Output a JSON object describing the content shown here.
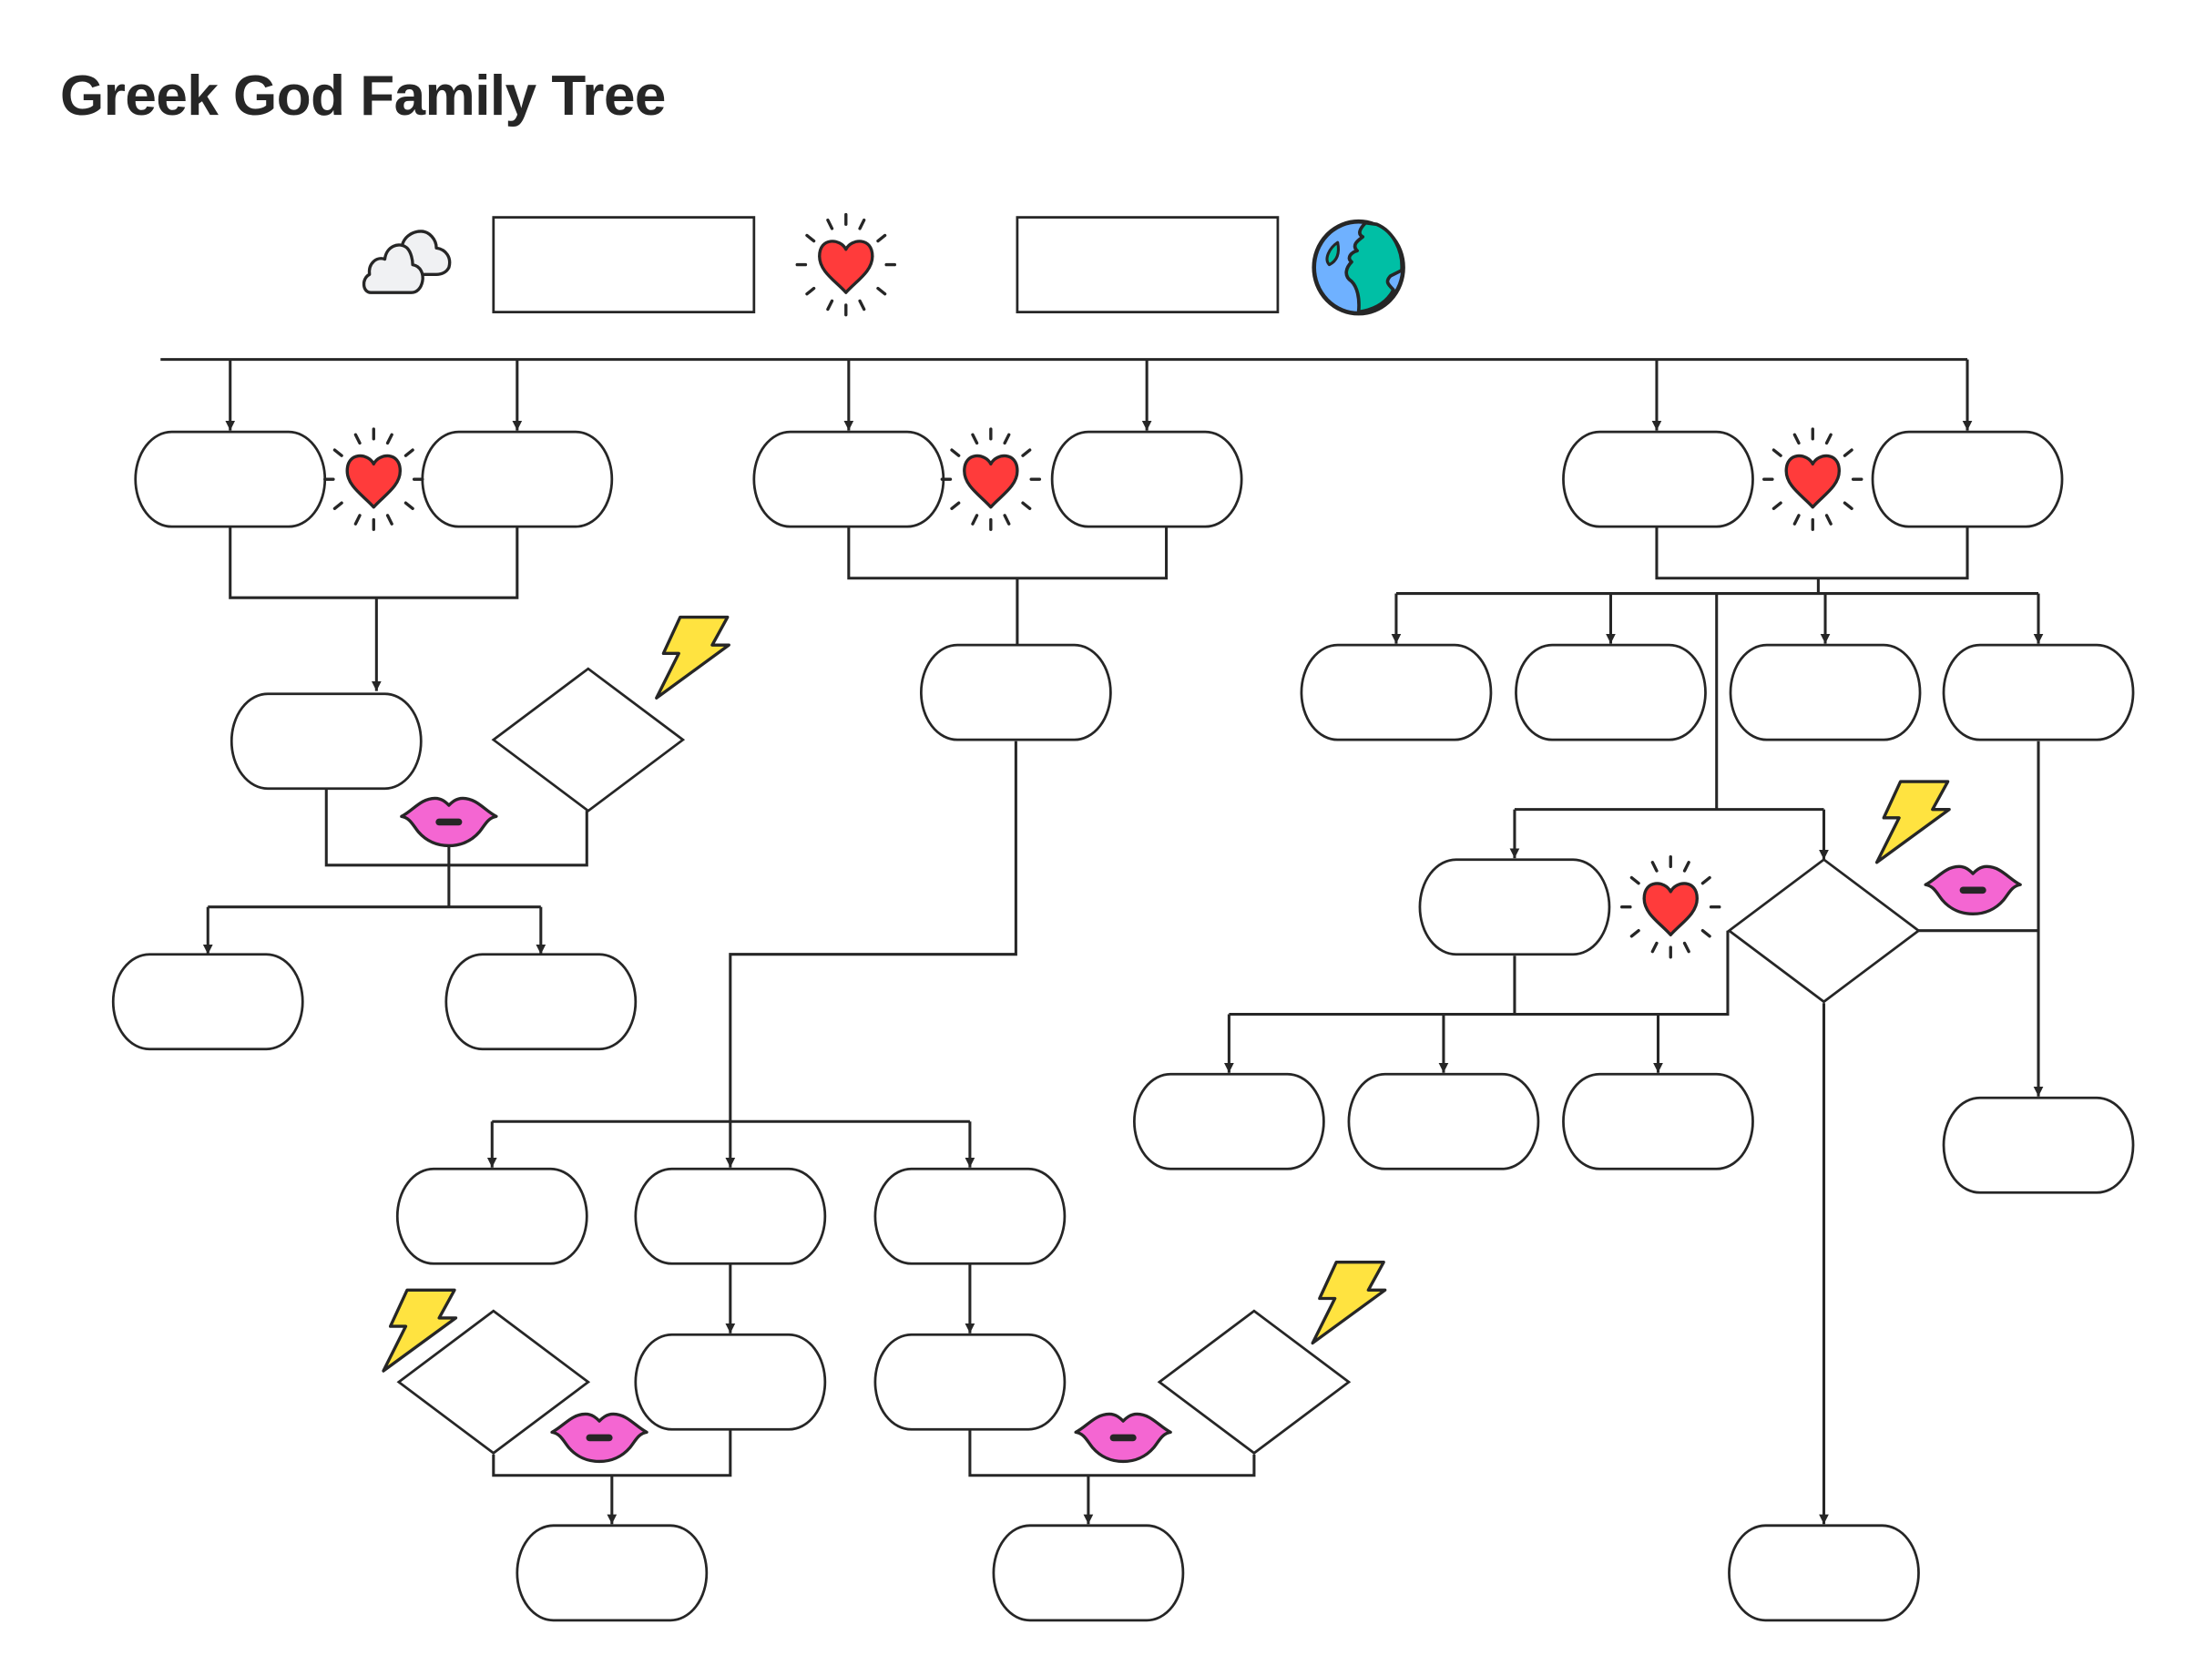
{
  "title": "Greek God Family Tree",
  "colors": {
    "line": "#262626",
    "node_fill": "#ffffff",
    "heart": "#ff3b3b",
    "lips": "#f466d2",
    "bolt": "#ffe340",
    "cloud": "#f0f1f3",
    "globe_water": "#6fb1ff",
    "globe_land": "#00bfa5"
  },
  "legend_icons": {
    "cloud": "cloud-icon",
    "heart": "heart-icon (marriage)",
    "globe": "earth-globe-icon",
    "bolt": "lightning-bolt-icon (affair with Zeus)",
    "lips": "lips-icon (affair)"
  },
  "nodes": {
    "top_left_rect": "",
    "top_right_rect": "",
    "g1_left_a": "",
    "g1_left_b": "",
    "g1_mid_a": "",
    "g1_mid_b": "",
    "g1_right_a": "",
    "g1_right_b": "",
    "left_child": "",
    "left_diamond": "",
    "left_grandchild_1": "",
    "left_grandchild_2": "",
    "mid_child": "",
    "right_child_1": "",
    "right_child_2": "",
    "right_child_3": "",
    "right_child_4": "",
    "right_spouse": "",
    "right_diamond": "",
    "right_grandchild_1": "",
    "right_grandchild_2": "",
    "right_grandchild_3": "",
    "right_far_child": "",
    "right_bottom_child": "",
    "mid_grandchild_1": "",
    "mid_grandchild_2": "",
    "mid_grandchild_3": "",
    "mid_ggchild_a": "",
    "mid_ggchild_b": "",
    "mid_left_diamond": "",
    "mid_right_diamond": "",
    "mid_bottom_1": "",
    "mid_bottom_2": ""
  }
}
